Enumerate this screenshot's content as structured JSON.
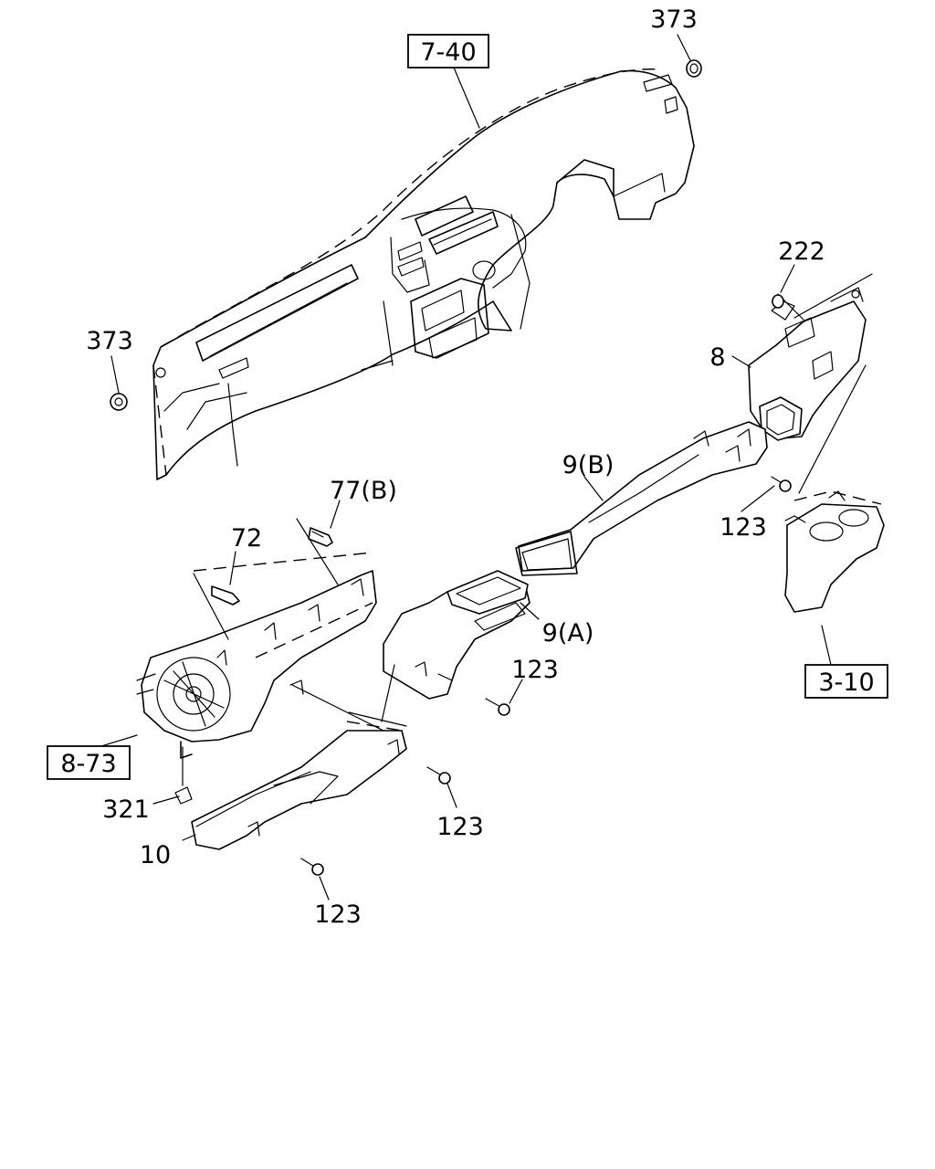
{
  "references": {
    "dash_panel": "7-40",
    "blower": "8-73",
    "console": "3-10"
  },
  "callouts": {
    "grommet_top": "373",
    "grommet_left": "373",
    "clip_222": "222",
    "duct_8": "8",
    "duct_9b": "9(B)",
    "screw_123_right": "123",
    "bolt_77b": "77(B)",
    "bolt_72": "72",
    "duct_9a": "9(A)",
    "screw_123_center": "123",
    "clip_321": "321",
    "duct_10": "10",
    "screw_123_lower": "123",
    "screw_123_bottom": "123"
  }
}
